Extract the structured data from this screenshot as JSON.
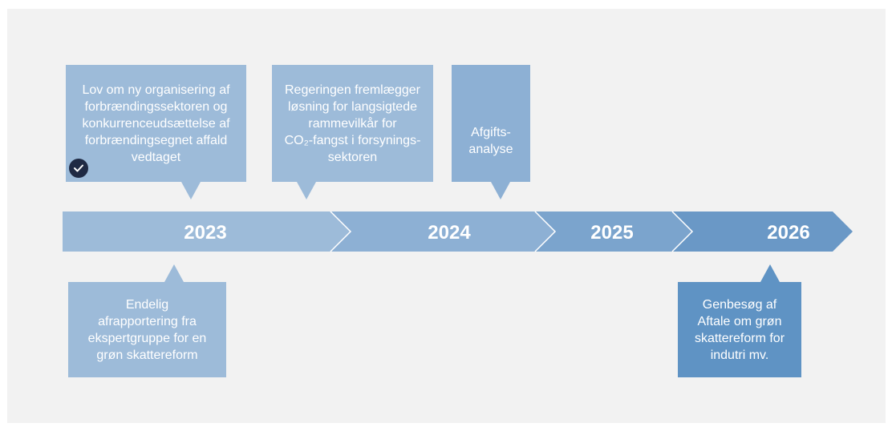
{
  "timeline": {
    "years": [
      "2023",
      "2024",
      "2025",
      "2026"
    ]
  },
  "events": {
    "lov": {
      "text": "Lov om ny organisering af\nforbrændingssektoren og\nkonkurrenceudsættelse af\nforbrændingsegnet affald\nvedtaget",
      "status_icon": "checkmark-icon"
    },
    "regeringen": {
      "text": "Regeringen fremlægger\nløsning for langsigtede\nrammevilkår for\nCO₂-fangst i forsynings-\nsektoren"
    },
    "afgift": {
      "text": "Afgifts-\nanalyse"
    },
    "endelig": {
      "text": "Endelig\nafrapportering fra\nekspertgruppe for en\ngrøn skattereform"
    },
    "genbesog": {
      "text": "Genbesøg af\nAftale om grøn\nskattereform for\nindutri mv."
    }
  },
  "colors": {
    "canvas_bg": "#f2f2f2",
    "segment_2023": "#9dbbd9",
    "segment_2024": "#8db0d4",
    "segment_2025": "#7ba4cd",
    "segment_2026": "#6a98c6",
    "box_light": "#9dbbd9",
    "box_dark": "#5f93c4",
    "separator": "#ffffff",
    "check_bg": "#1f2a44"
  }
}
